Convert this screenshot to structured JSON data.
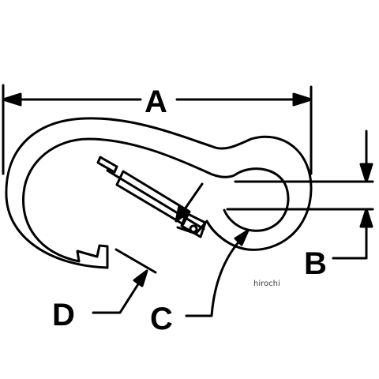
{
  "diagram": {
    "labels": {
      "a": "A",
      "b": "B",
      "c": "C",
      "d": "D"
    },
    "watermark": "hirochi"
  },
  "colors": {
    "ink": "#000000",
    "background": "#ffffff"
  }
}
